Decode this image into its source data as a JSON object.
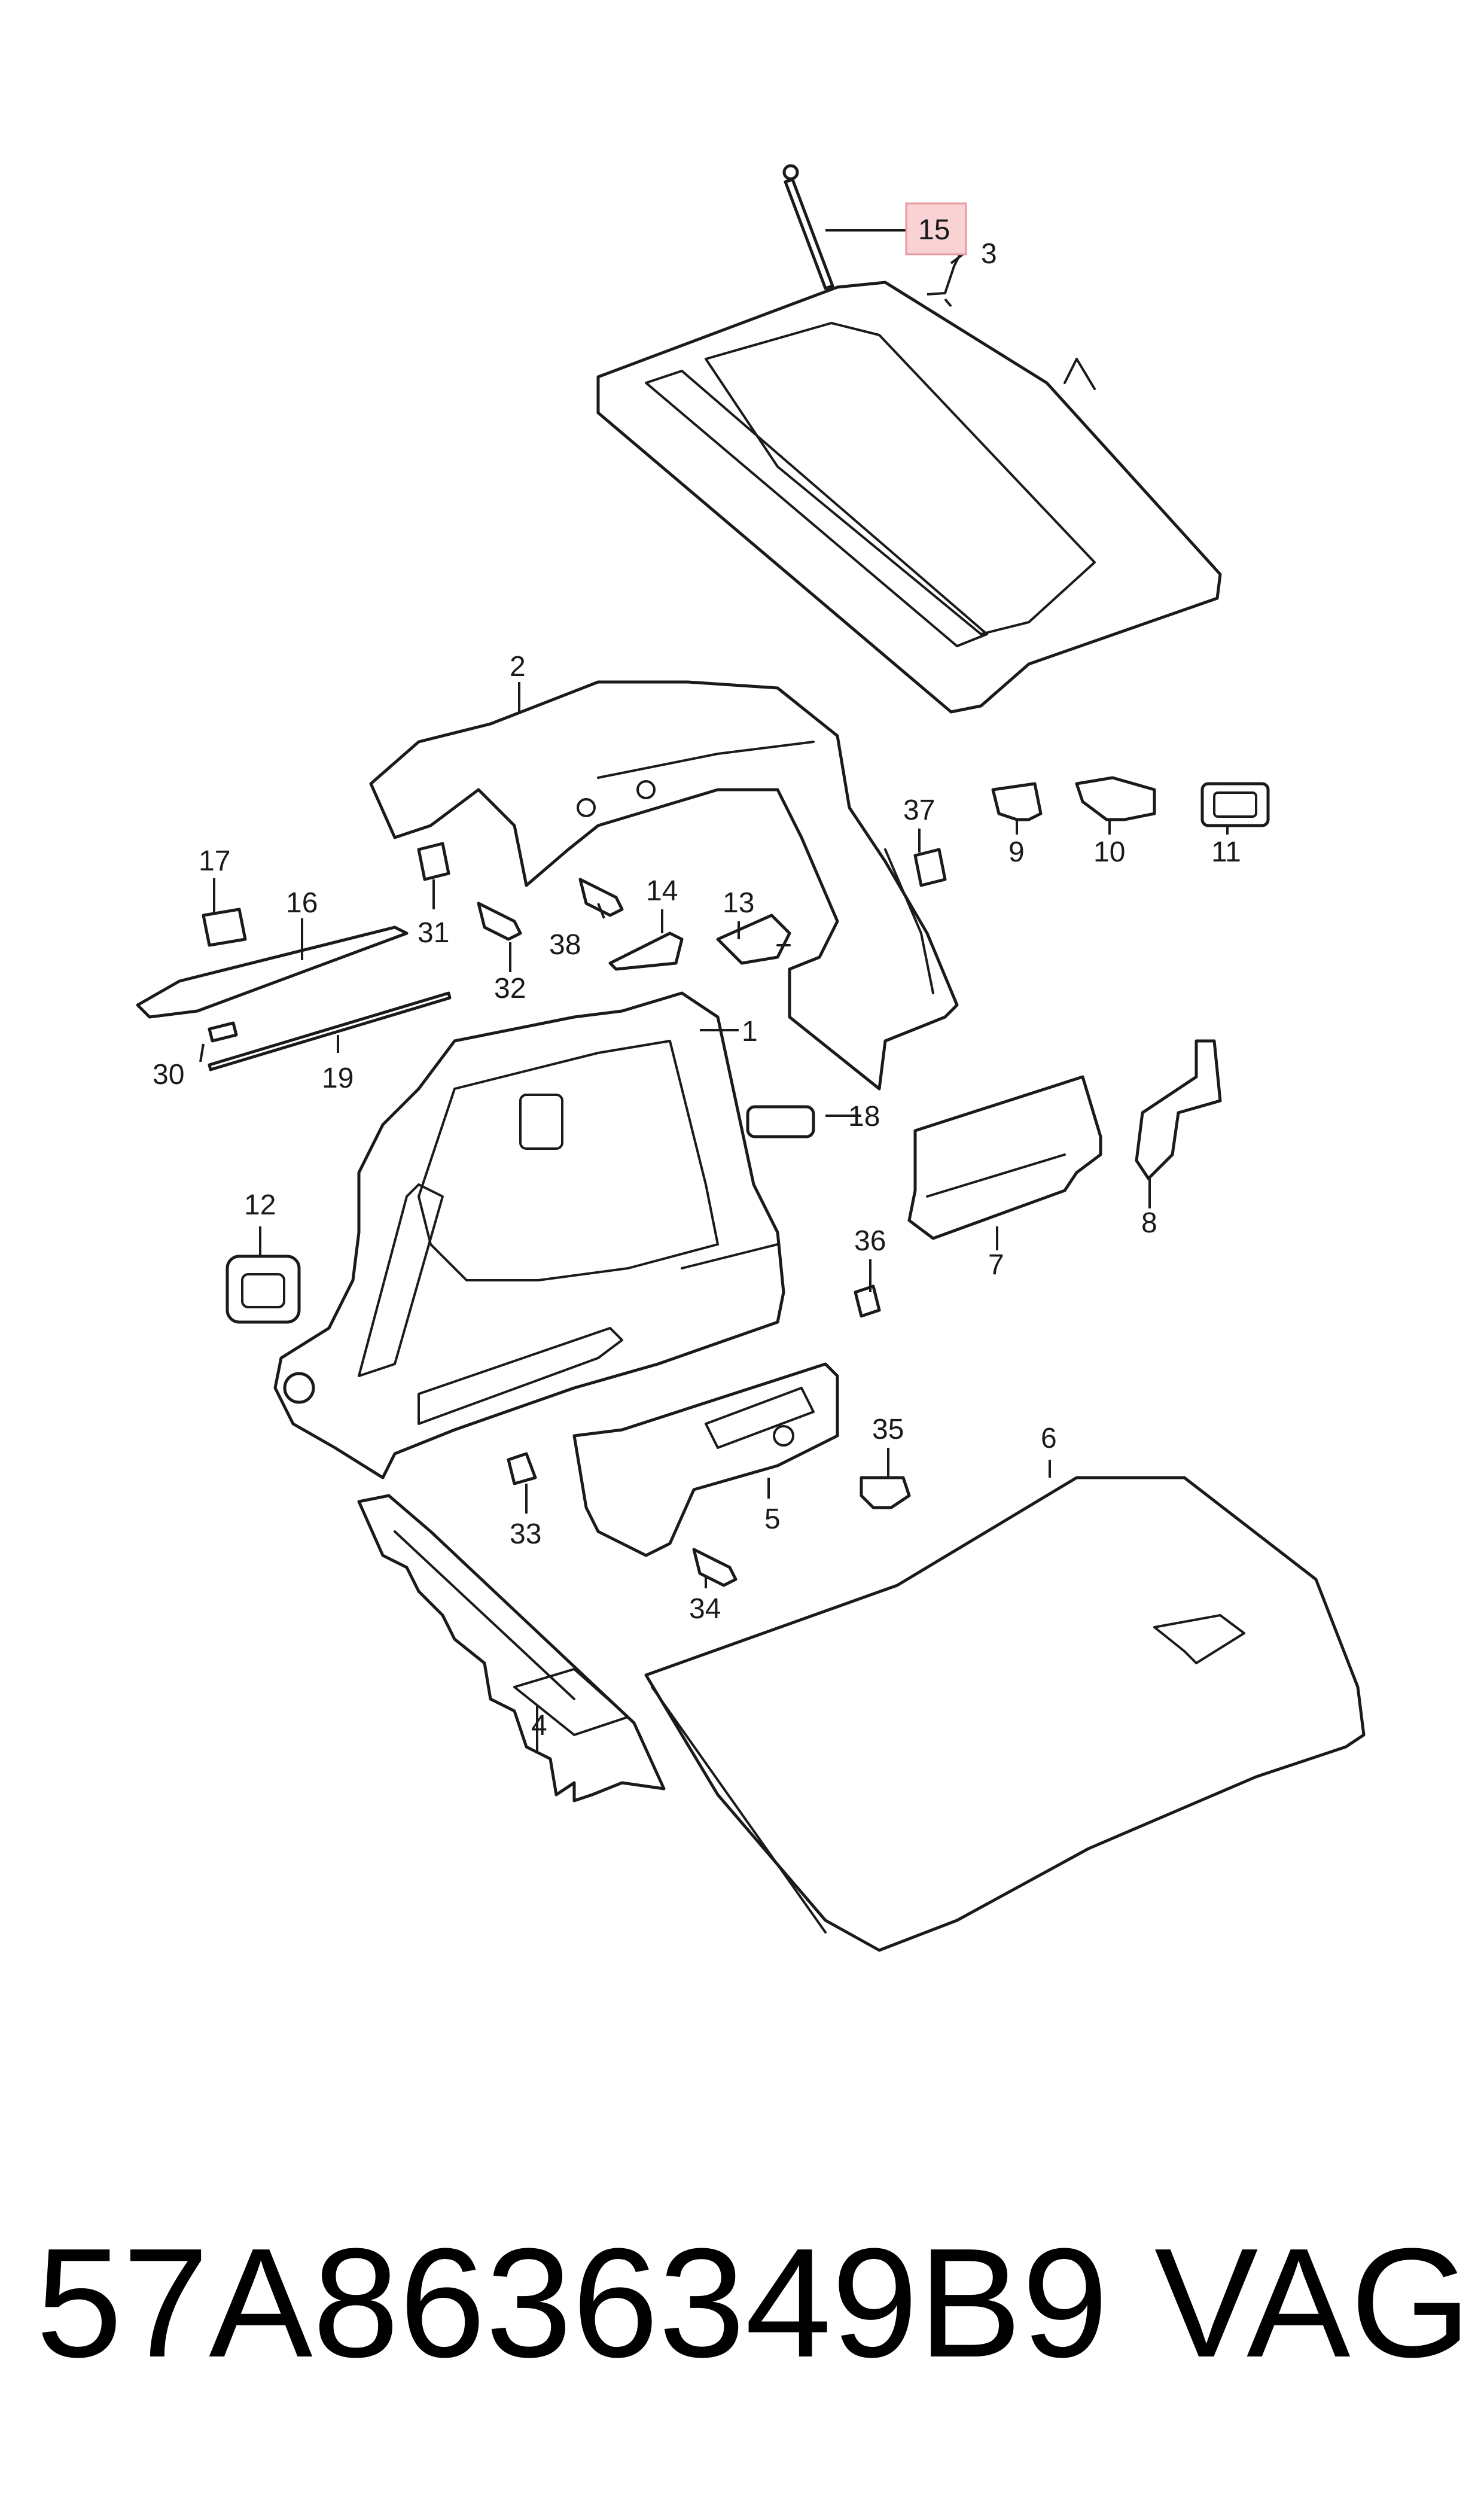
{
  "labels": {
    "l1": "1",
    "l2": "2",
    "l3": "3",
    "l4": "4",
    "l5": "5",
    "l6": "6",
    "l7": "7",
    "l8": "8",
    "l9": "9",
    "l10": "10",
    "l11": "11",
    "l12": "12",
    "l13": "13",
    "l14": "14",
    "l15": "15",
    "l16": "16",
    "l17": "17",
    "l18": "18",
    "l19": "19",
    "l30": "30",
    "l31": "31",
    "l32": "32",
    "l33": "33",
    "l34": "34",
    "l35": "35",
    "l36": "36",
    "l37": "37",
    "l38": "38"
  },
  "highlighted_label": "15",
  "highlight_color": "#f9d2d4",
  "footer": {
    "part_number": "57A8636349B9",
    "brand": "VAG"
  }
}
